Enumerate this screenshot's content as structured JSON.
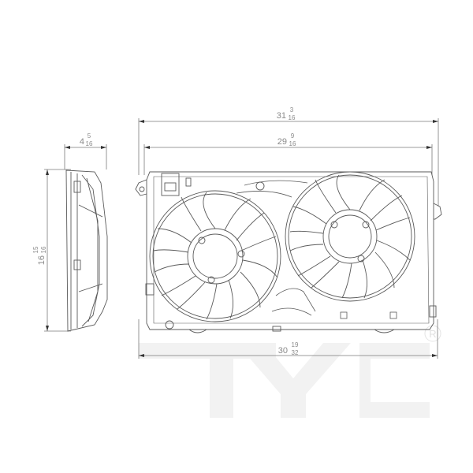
{
  "drawing": {
    "subject": "Dual radiator cooling fan assembly",
    "views": [
      "side-view",
      "front-view"
    ]
  },
  "dimensions": {
    "overall_width": {
      "whole": "31",
      "num": "3",
      "den": "16"
    },
    "inner_width": {
      "whole": "29",
      "num": "9",
      "den": "16"
    },
    "bottom_width": {
      "whole": "30",
      "num": "19",
      "den": "32"
    },
    "depth": {
      "whole": "4",
      "num": "5",
      "den": "16"
    },
    "height": {
      "whole": "16",
      "num": "15",
      "den": "16"
    }
  },
  "watermark": {
    "brand": "TYC",
    "registered_mark": "R",
    "color": "#f1f1f1"
  },
  "colors": {
    "line": "#5a5a5a",
    "dim_line": "#7a7a7a",
    "dim_text": "#8a8a8a"
  }
}
